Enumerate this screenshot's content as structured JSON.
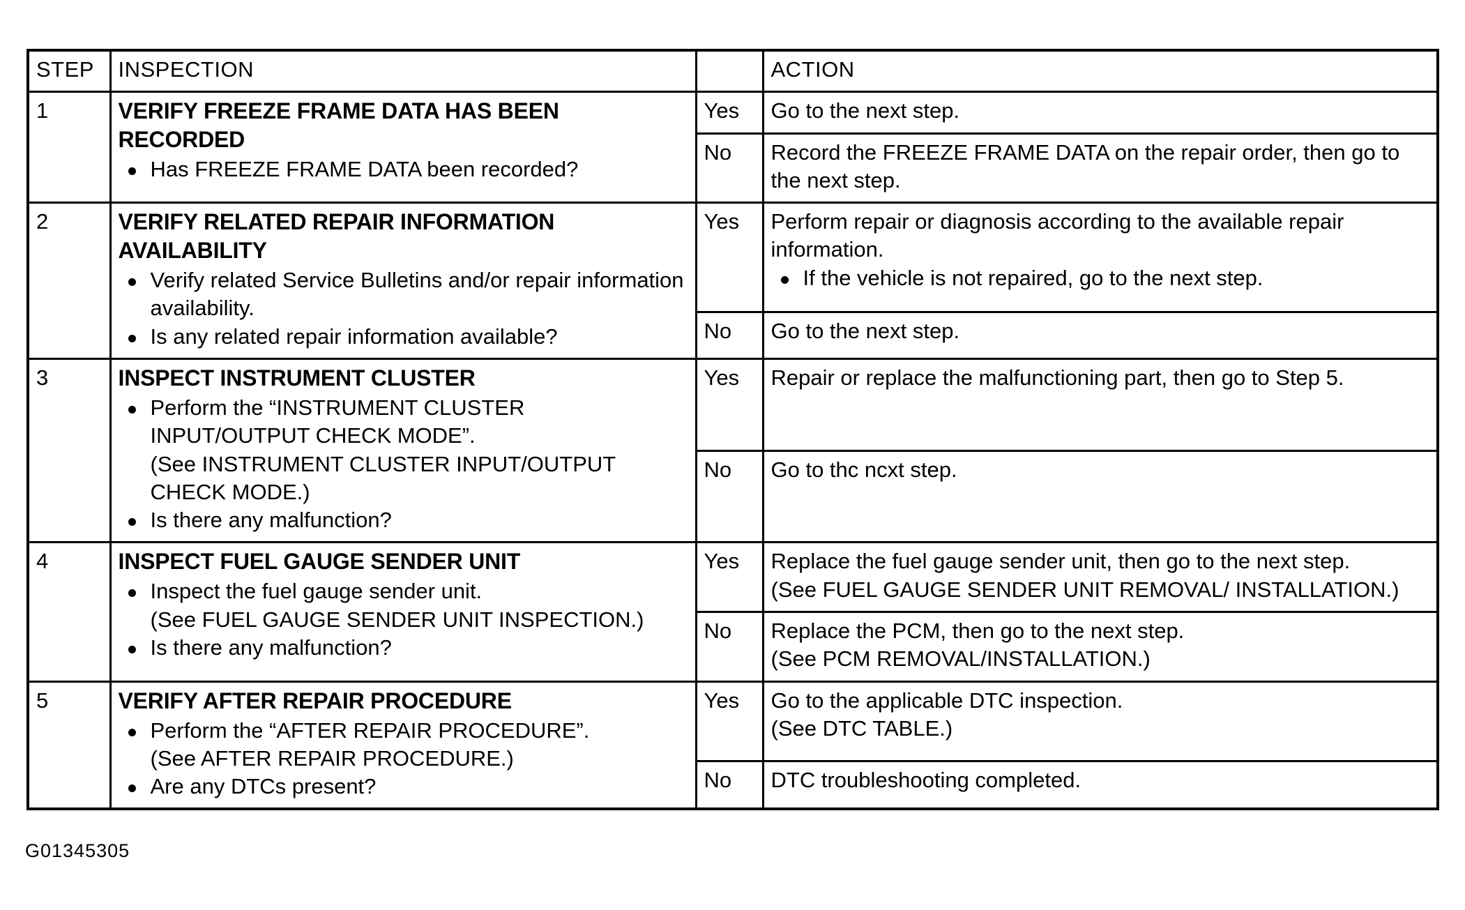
{
  "table": {
    "headers": {
      "step": "STEP",
      "inspection": "INSPECTION",
      "judgement": "",
      "action": "ACTION"
    },
    "steps": [
      {
        "number": "1",
        "title": "VERIFY FREEZE FRAME DATA HAS BEEN RECORDED",
        "bullets": [
          "Has FREEZE FRAME DATA been recorded?"
        ],
        "results": [
          {
            "judgement": "Yes",
            "lines": [
              "Go to the next step."
            ],
            "bullets": []
          },
          {
            "judgement": "No",
            "lines": [
              "Record the FREEZE FRAME DATA on the repair order, then go to the next step."
            ],
            "bullets": []
          }
        ]
      },
      {
        "number": "2",
        "title": "VERIFY RELATED REPAIR INFORMATION AVAILABILITY",
        "bullets": [
          "Verify related Service Bulletins and/or repair information availability.",
          "Is any related repair information available?"
        ],
        "results": [
          {
            "judgement": "Yes",
            "lines": [
              "Perform repair or diagnosis according to the available repair information."
            ],
            "bullets": [
              "If the vehicle is not repaired, go to the next step."
            ]
          },
          {
            "judgement": "No",
            "lines": [
              "Go to the next step."
            ],
            "bullets": []
          }
        ]
      },
      {
        "number": "3",
        "title": "INSPECT INSTRUMENT CLUSTER",
        "bullets": [
          "Perform the “INSTRUMENT CLUSTER INPUT/OUTPUT CHECK MODE”.\n(See INSTRUMENT CLUSTER INPUT/OUTPUT CHECK MODE.)",
          "Is there any malfunction?"
        ],
        "results": [
          {
            "judgement": "Yes",
            "lines": [
              "Repair or replace the malfunctioning part, then go to Step 5."
            ],
            "bullets": []
          },
          {
            "judgement": "No",
            "lines": [
              "Go to thc ncxt step."
            ],
            "bullets": []
          }
        ]
      },
      {
        "number": "4",
        "title": "INSPECT FUEL GAUGE SENDER UNIT",
        "bullets": [
          "Inspect the fuel gauge sender unit.\n(See FUEL GAUGE SENDER UNIT INSPECTION.)",
          "Is there any malfunction?"
        ],
        "results": [
          {
            "judgement": "Yes",
            "lines": [
              "Replace the fuel gauge sender unit, then go to the next step.",
              "(See FUEL GAUGE SENDER UNIT REMOVAL/ INSTALLATION.)"
            ],
            "bullets": []
          },
          {
            "judgement": "No",
            "lines": [
              "Replace the PCM, then go to the next step.",
              "(See PCM REMOVAL/INSTALLATION.)"
            ],
            "bullets": []
          }
        ]
      },
      {
        "number": "5",
        "title": "VERIFY AFTER REPAIR PROCEDURE",
        "bullets": [
          "Perform the “AFTER REPAIR PROCEDURE”.\n(See AFTER REPAIR PROCEDURE.)",
          "Are any DTCs present?"
        ],
        "results": [
          {
            "judgement": "Yes",
            "lines": [
              "Go to the applicable DTC inspection.",
              "(See DTC TABLE.)"
            ],
            "bullets": []
          },
          {
            "judgement": "No",
            "lines": [
              "DTC troubleshooting completed."
            ],
            "bullets": []
          }
        ]
      }
    ]
  },
  "footer": {
    "figure_code": "G01345305"
  }
}
